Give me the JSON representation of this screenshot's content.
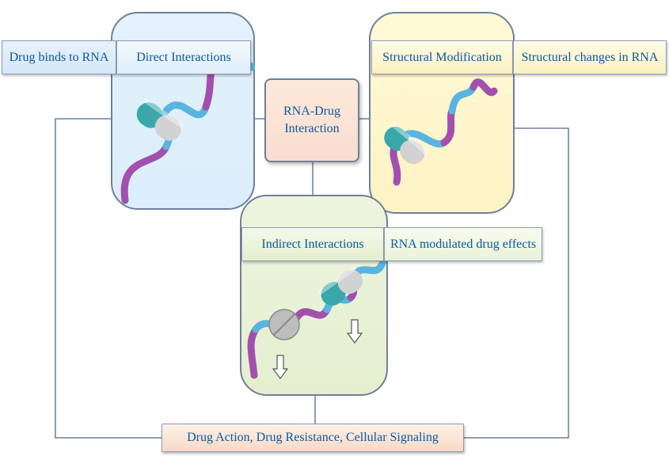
{
  "labels": {
    "drug_binds": "Drug binds to RNA",
    "direct": "Direct Interactions",
    "structural_mod": "Structural Modification",
    "structural_changes": "Structural changes in RNA",
    "center_line1": "RNA-Drug",
    "center_line2": "Interaction",
    "indirect": "Indirect Interactions",
    "rna_modulated": "RNA modulated drug effects",
    "bottom": "Drug Action,  Drug Resistance,  Cellular Signaling"
  },
  "colors": {
    "rna_blue": "#5ab4e0",
    "rna_purple": "#a24fae",
    "capsule_teal": "#3aa8a8",
    "capsule_gray": "#cfcfcf",
    "connector": "#4f6590",
    "text_blue": "#0a5aa0"
  },
  "icons": [
    "capsule-icon",
    "tablet-icon",
    "down-arrow-icon",
    "rna-strand-icon"
  ]
}
